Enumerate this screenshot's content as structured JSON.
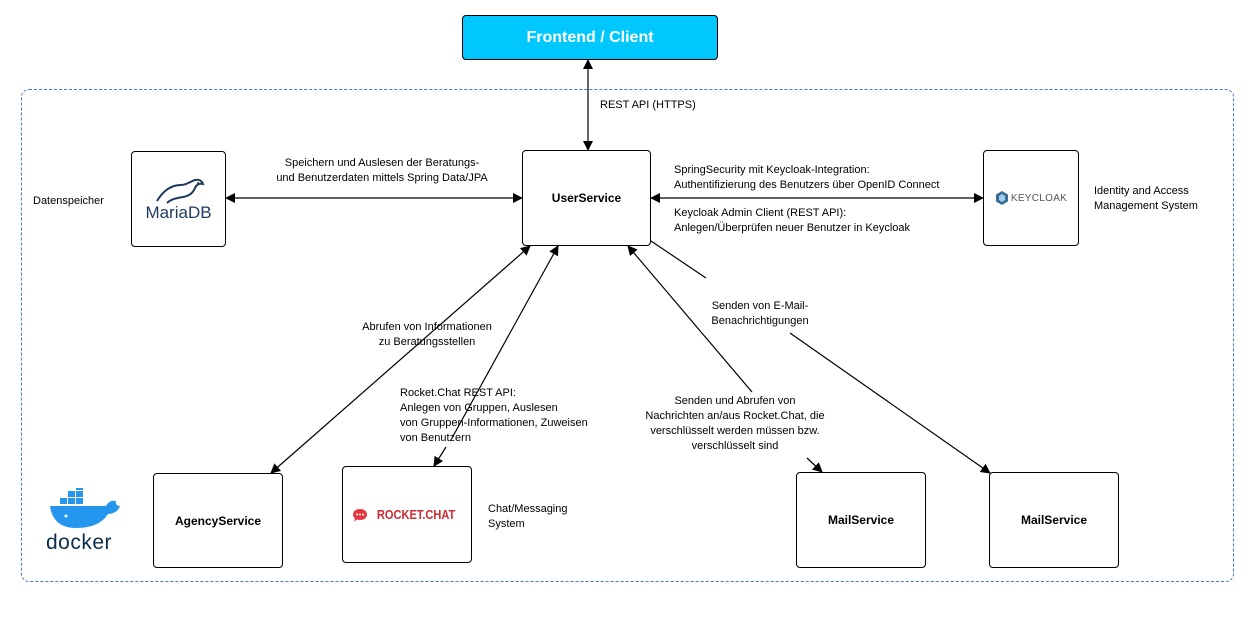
{
  "frontend": "Frontend / Client",
  "rest_api": "REST API (HTTPS)",
  "user_service": "UserService",
  "mariadb": "MariaDB",
  "datastore_label": "Datenspeicher",
  "db_edge": [
    "Speichern und Auslesen der Beratungs-",
    "und Benutzerdaten mittels Spring Data/JPA"
  ],
  "kc_edge_top": [
    "SpringSecurity mit Keycloak-Integration:",
    "Authentifizierung des Benutzers über OpenID Connect"
  ],
  "kc_edge_bottom": [
    "Keycloak Admin Client (REST API):",
    "Anlegen/Überprüfen neuer Benutzer in Keycloak"
  ],
  "keycloak": "KEYCLOAK",
  "keycloak_desc": [
    "Identity and Access",
    "Management System"
  ],
  "agency_edge": [
    "Abrufen von Informationen",
    "zu Beratungsstellen"
  ],
  "rocket_edge": [
    "Rocket.Chat REST API:",
    "Anlegen von Gruppen, Auslesen",
    "von Gruppen-Informationen, Zuweisen",
    "von Benutzern"
  ],
  "msg_edge": [
    "Senden und Abrufen von",
    "Nachrichten an/aus Rocket.Chat, die",
    "verschlüsselt werden müssen bzw.",
    "verschlüsselt sind"
  ],
  "mail_edge": [
    "Senden von E-Mail-",
    "Benachrichtigungen"
  ],
  "agency_service": "AgencyService",
  "rocketchat": "ROCKET.CHAT",
  "chat_desc": [
    "Chat/Messaging",
    "System"
  ],
  "mail_service_1": "MailService",
  "mail_service_2": "MailService",
  "docker": "docker",
  "colors": {
    "frontend_bg": "#00c8ff",
    "region_border": "#4a78c8",
    "docker_blue": "#2496ed",
    "rocket_red": "#e8363f"
  }
}
